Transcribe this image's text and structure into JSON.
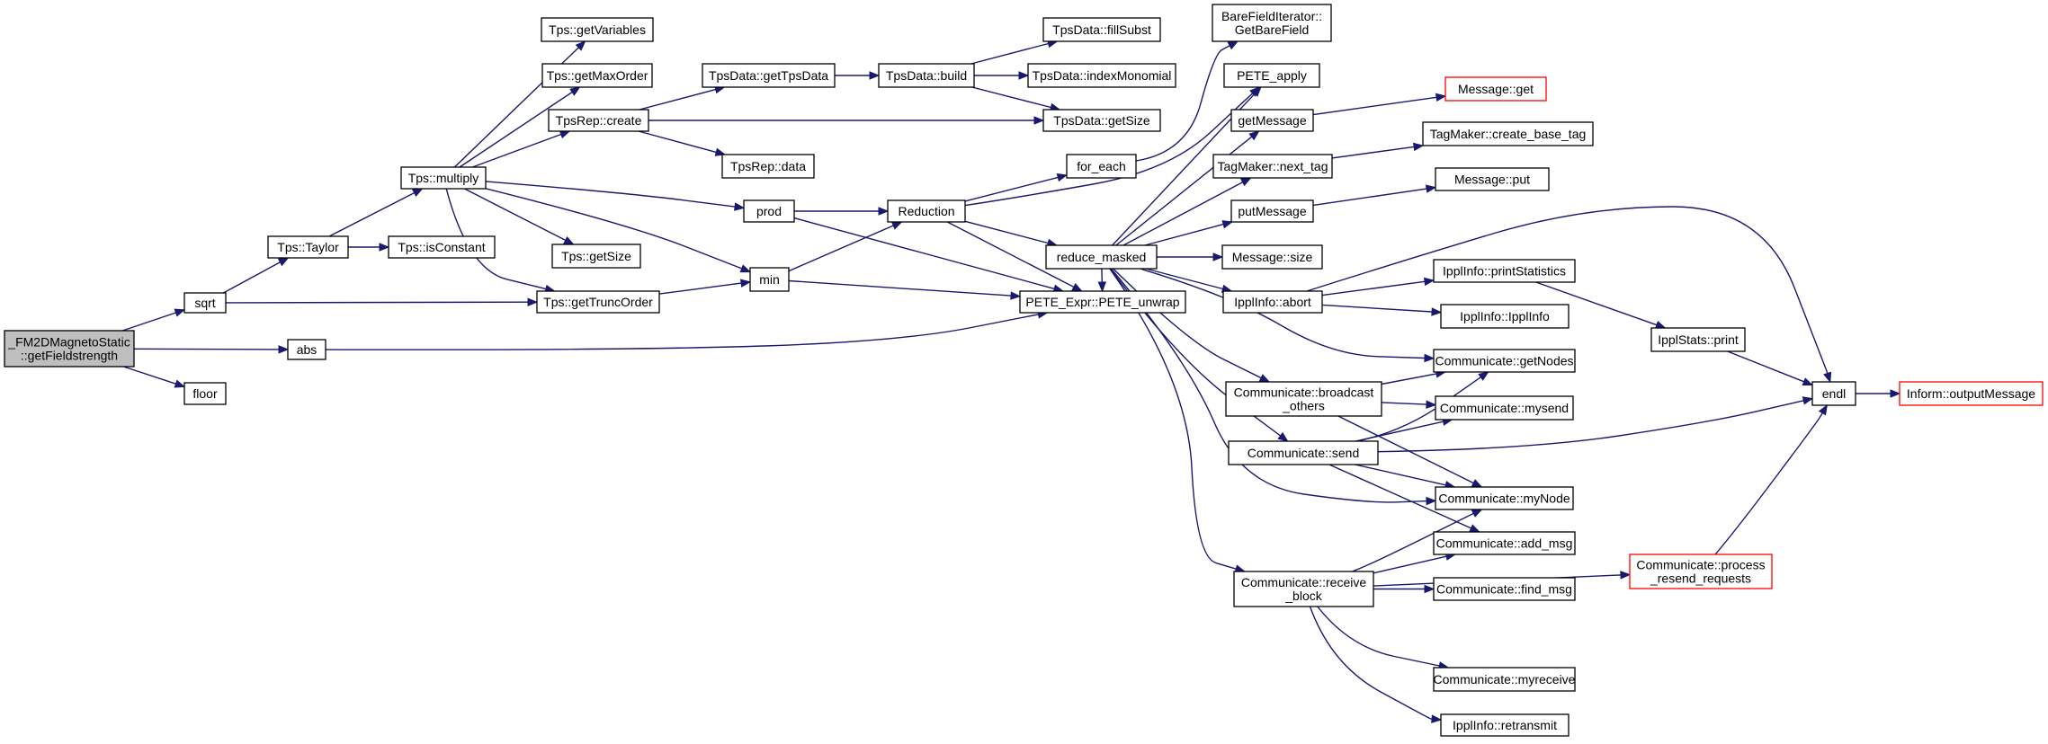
{
  "colors": {
    "edge": "#191970",
    "node_border": "#000000",
    "node_border_truncated": "#ff0000",
    "node_fill": "#ffffff",
    "root_fill": "#bfbfbf"
  },
  "nodes": [
    {
      "id": "root",
      "lines": [
        "_FM2DMagnetoStatic",
        "::getFieldstrength"
      ],
      "kind": "root"
    },
    {
      "id": "sqrt",
      "lines": [
        "sqrt"
      ],
      "kind": "normal"
    },
    {
      "id": "abs",
      "lines": [
        "abs"
      ],
      "kind": "normal"
    },
    {
      "id": "floor",
      "lines": [
        "floor"
      ],
      "kind": "normal"
    },
    {
      "id": "taylor",
      "lines": [
        "Tps::Taylor"
      ],
      "kind": "normal"
    },
    {
      "id": "multiply",
      "lines": [
        "Tps::multiply"
      ],
      "kind": "normal"
    },
    {
      "id": "isConstant",
      "lines": [
        "Tps::isConstant"
      ],
      "kind": "normal"
    },
    {
      "id": "getTruncOrder",
      "lines": [
        "Tps::getTruncOrder"
      ],
      "kind": "normal"
    },
    {
      "id": "getVariables",
      "lines": [
        "Tps::getVariables"
      ],
      "kind": "normal"
    },
    {
      "id": "getMaxOrder",
      "lines": [
        "Tps::getMaxOrder"
      ],
      "kind": "normal"
    },
    {
      "id": "tpsRepCreate",
      "lines": [
        "TpsRep::create"
      ],
      "kind": "normal"
    },
    {
      "id": "getSize",
      "lines": [
        "Tps::getSize"
      ],
      "kind": "normal"
    },
    {
      "id": "getTpsData",
      "lines": [
        "TpsData::getTpsData"
      ],
      "kind": "normal"
    },
    {
      "id": "tpsRepData",
      "lines": [
        "TpsRep::data"
      ],
      "kind": "normal"
    },
    {
      "id": "build",
      "lines": [
        "TpsData::build"
      ],
      "kind": "normal"
    },
    {
      "id": "fillSubst",
      "lines": [
        "TpsData::fillSubst"
      ],
      "kind": "normal"
    },
    {
      "id": "indexMonomial",
      "lines": [
        "TpsData::indexMonomial"
      ],
      "kind": "normal"
    },
    {
      "id": "tpsDataGetSize",
      "lines": [
        "TpsData::getSize"
      ],
      "kind": "normal"
    },
    {
      "id": "prod",
      "lines": [
        "prod"
      ],
      "kind": "normal"
    },
    {
      "id": "min",
      "lines": [
        "min"
      ],
      "kind": "normal"
    },
    {
      "id": "reduction",
      "lines": [
        "Reduction"
      ],
      "kind": "normal"
    },
    {
      "id": "forEach",
      "lines": [
        "for_each"
      ],
      "kind": "normal"
    },
    {
      "id": "reduceMasked",
      "lines": [
        "reduce_masked"
      ],
      "kind": "normal"
    },
    {
      "id": "peteUnwrap",
      "lines": [
        "PETE_Expr::PETE_unwrap"
      ],
      "kind": "normal"
    },
    {
      "id": "bareField",
      "lines": [
        "BareFieldIterator::",
        "GetBareField"
      ],
      "kind": "normal"
    },
    {
      "id": "peteApply",
      "lines": [
        "PETE_apply"
      ],
      "kind": "normal"
    },
    {
      "id": "getMessage",
      "lines": [
        "getMessage"
      ],
      "kind": "normal"
    },
    {
      "id": "messageGet",
      "lines": [
        "Message::get"
      ],
      "kind": "truncated"
    },
    {
      "id": "nextTag",
      "lines": [
        "TagMaker::next_tag"
      ],
      "kind": "normal"
    },
    {
      "id": "createBaseTag",
      "lines": [
        "TagMaker::create_base_tag"
      ],
      "kind": "normal"
    },
    {
      "id": "putMessage",
      "lines": [
        "putMessage"
      ],
      "kind": "normal"
    },
    {
      "id": "messagePut",
      "lines": [
        "Message::put"
      ],
      "kind": "normal"
    },
    {
      "id": "messageSize",
      "lines": [
        "Message::size"
      ],
      "kind": "normal"
    },
    {
      "id": "ipplAbort",
      "lines": [
        "IpplInfo::abort"
      ],
      "kind": "normal"
    },
    {
      "id": "printStatistics",
      "lines": [
        "IpplInfo::printStatistics"
      ],
      "kind": "normal"
    },
    {
      "id": "ipplInfoCtor",
      "lines": [
        "IpplInfo::IpplInfo"
      ],
      "kind": "normal"
    },
    {
      "id": "ipplStatsPrint",
      "lines": [
        "IpplStats::print"
      ],
      "kind": "normal"
    },
    {
      "id": "endl",
      "lines": [
        "endl"
      ],
      "kind": "normal"
    },
    {
      "id": "outputMessage",
      "lines": [
        "Inform::outputMessage"
      ],
      "kind": "truncated"
    },
    {
      "id": "getNodes",
      "lines": [
        "Communicate::getNodes"
      ],
      "kind": "normal"
    },
    {
      "id": "broadcastOthers",
      "lines": [
        "Communicate::broadcast",
        "_others"
      ],
      "kind": "normal"
    },
    {
      "id": "mysend",
      "lines": [
        "Communicate::mysend"
      ],
      "kind": "normal"
    },
    {
      "id": "send",
      "lines": [
        "Communicate::send"
      ],
      "kind": "normal"
    },
    {
      "id": "myNode",
      "lines": [
        "Communicate::myNode"
      ],
      "kind": "normal"
    },
    {
      "id": "addMsg",
      "lines": [
        "Communicate::add_msg"
      ],
      "kind": "normal"
    },
    {
      "id": "receiveBlock",
      "lines": [
        "Communicate::receive",
        "_block"
      ],
      "kind": "normal"
    },
    {
      "id": "findMsg",
      "lines": [
        "Communicate::find_msg"
      ],
      "kind": "normal"
    },
    {
      "id": "processResend",
      "lines": [
        "Communicate::process",
        "_resend_requests"
      ],
      "kind": "truncated"
    },
    {
      "id": "myreceive",
      "lines": [
        "Communicate::myreceive"
      ],
      "kind": "normal"
    },
    {
      "id": "retransmit",
      "lines": [
        "IpplInfo::retransmit"
      ],
      "kind": "normal"
    }
  ],
  "edges": [
    [
      "root",
      "sqrt"
    ],
    [
      "root",
      "abs"
    ],
    [
      "root",
      "floor"
    ],
    [
      "sqrt",
      "taylor"
    ],
    [
      "sqrt",
      "getTruncOrder"
    ],
    [
      "taylor",
      "multiply"
    ],
    [
      "taylor",
      "isConstant"
    ],
    [
      "multiply",
      "getVariables"
    ],
    [
      "multiply",
      "getMaxOrder"
    ],
    [
      "multiply",
      "tpsRepCreate"
    ],
    [
      "multiply",
      "prod"
    ],
    [
      "multiply",
      "min"
    ],
    [
      "multiply",
      "getSize"
    ],
    [
      "multiply",
      "getTruncOrder"
    ],
    [
      "tpsRepCreate",
      "getTpsData"
    ],
    [
      "tpsRepCreate",
      "tpsDataGetSize"
    ],
    [
      "tpsRepCreate",
      "tpsRepData"
    ],
    [
      "getTpsData",
      "build"
    ],
    [
      "build",
      "fillSubst"
    ],
    [
      "build",
      "indexMonomial"
    ],
    [
      "build",
      "tpsDataGetSize"
    ],
    [
      "getTruncOrder",
      "min"
    ],
    [
      "abs",
      "peteUnwrap"
    ],
    [
      "prod",
      "reduction"
    ],
    [
      "prod",
      "peteUnwrap"
    ],
    [
      "min",
      "reduction"
    ],
    [
      "min",
      "peteUnwrap"
    ],
    [
      "reduction",
      "forEach"
    ],
    [
      "reduction",
      "peteApply"
    ],
    [
      "reduction",
      "reduceMasked"
    ],
    [
      "reduction",
      "peteUnwrap"
    ],
    [
      "forEach",
      "bareField"
    ],
    [
      "reduceMasked",
      "peteApply"
    ],
    [
      "reduceMasked",
      "getMessage"
    ],
    [
      "reduceMasked",
      "nextTag"
    ],
    [
      "reduceMasked",
      "putMessage"
    ],
    [
      "reduceMasked",
      "messageSize"
    ],
    [
      "reduceMasked",
      "ipplAbort"
    ],
    [
      "reduceMasked",
      "getNodes"
    ],
    [
      "reduceMasked",
      "broadcastOthers"
    ],
    [
      "reduceMasked",
      "send"
    ],
    [
      "reduceMasked",
      "myNode"
    ],
    [
      "reduceMasked",
      "receiveBlock"
    ],
    [
      "reduceMasked",
      "peteUnwrap"
    ],
    [
      "getMessage",
      "messageGet"
    ],
    [
      "nextTag",
      "createBaseTag"
    ],
    [
      "putMessage",
      "messagePut"
    ],
    [
      "ipplAbort",
      "printStatistics"
    ],
    [
      "ipplAbort",
      "ipplInfoCtor"
    ],
    [
      "ipplAbort",
      "endl"
    ],
    [
      "printStatistics",
      "ipplStatsPrint"
    ],
    [
      "ipplStatsPrint",
      "endl"
    ],
    [
      "endl",
      "outputMessage"
    ],
    [
      "broadcastOthers",
      "getNodes"
    ],
    [
      "broadcastOthers",
      "mysend"
    ],
    [
      "broadcastOthers",
      "myNode"
    ],
    [
      "send",
      "getNodes"
    ],
    [
      "send",
      "mysend"
    ],
    [
      "send",
      "myNode"
    ],
    [
      "send",
      "addMsg"
    ],
    [
      "send",
      "endl"
    ],
    [
      "receiveBlock",
      "myNode"
    ],
    [
      "receiveBlock",
      "addMsg"
    ],
    [
      "receiveBlock",
      "findMsg"
    ],
    [
      "receiveBlock",
      "processResend"
    ],
    [
      "receiveBlock",
      "myreceive"
    ],
    [
      "receiveBlock",
      "retransmit"
    ],
    [
      "processResend",
      "endl"
    ]
  ]
}
